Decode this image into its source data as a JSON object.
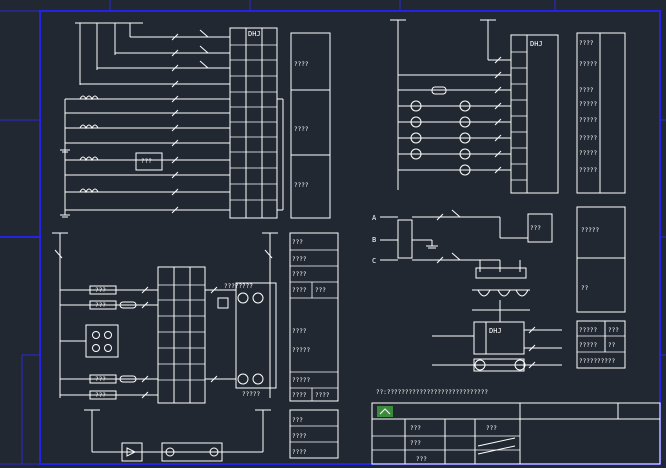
{
  "labels": {
    "dhj_top_left": "DHJ",
    "dhj_top_right": "DHJ",
    "dhj_bottom_right": "DHJ",
    "phase_a": "A",
    "phase_b": "B",
    "phase_c": "C",
    "note": "??:????????????????????????????",
    "chart_top_left": [
      "????",
      "????",
      "????"
    ],
    "chart_top_right": [
      "????",
      "?????",
      "????",
      "?????",
      "?????",
      "?????",
      "?????",
      "?????"
    ],
    "chart_mid_right": [
      "?????",
      "??"
    ],
    "chart_bottom_right": [
      "?????",
      "???",
      "?????",
      "??",
      "??????????"
    ],
    "chart_bottom_left": [
      "???",
      "????",
      "????",
      "????",
      "???",
      "????",
      "?????",
      "?????",
      "????",
      "????",
      "????"
    ],
    "chart_bottom_left_small": [
      "???",
      "????",
      "????"
    ],
    "comp_relay_box": "???",
    "comp_tr_box": "???",
    "comp_top_contact": "????????",
    "comp_bottom_contact": "?????",
    "comp_left_boxes": [
      "???",
      "???",
      "???",
      "???"
    ],
    "title_block": [
      "???",
      "???",
      "???",
      "???"
    ]
  },
  "colors": {
    "background": "#222831",
    "lines": "#ffffff",
    "frame": "#2323e6",
    "logo": "#3c8a3c"
  }
}
